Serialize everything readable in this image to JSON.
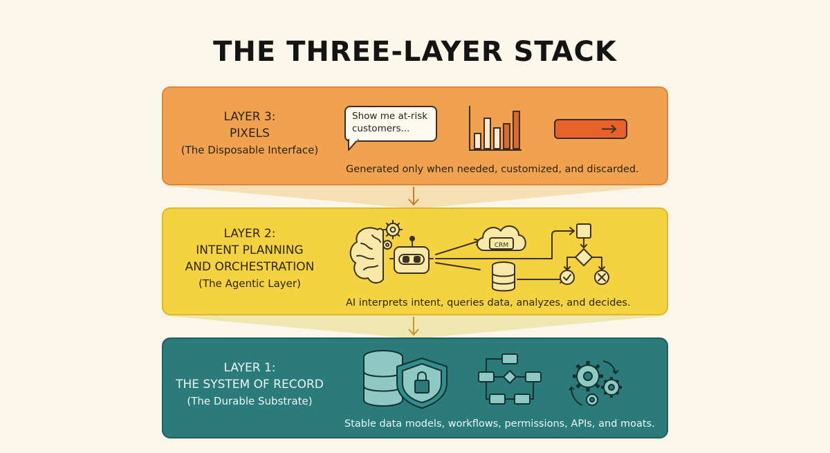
{
  "title": "THE THREE-LAYER STACK",
  "layers": [
    {
      "label": "LAYER 3:",
      "name": "PIXELS",
      "subtitle": "(The Disposable Interface)",
      "bubble_text": "Show me at-risk customers...",
      "caption": "Generated only when needed, customized, and discarded.",
      "icons": [
        "speech-bubble-icon",
        "bar-chart-icon",
        "arrow-button-icon"
      ],
      "color": "#f1a24f"
    },
    {
      "label": "LAYER 2:",
      "name_line1": "INTENT PLANNING",
      "name_line2": "AND ORCHESTRATION",
      "subtitle": "(The Agentic Layer)",
      "cloud_label": "CRM",
      "caption": "AI interprets intent, queries data, analyzes, and decides.",
      "icons": [
        "brain-gear-icon",
        "robot-icon",
        "cloud-crm-icon",
        "database-icon",
        "flowchart-icon"
      ],
      "color": "#f5d23f"
    },
    {
      "label": "LAYER 1:",
      "name": "THE SYSTEM OF RECORD",
      "subtitle": "(The Durable Substrate)",
      "caption": "Stable data models, workflows, permissions, APIs, and moats.",
      "icons": [
        "database-shield-icon",
        "workflow-icon",
        "gears-icon"
      ],
      "color": "#2a7b7a"
    }
  ]
}
